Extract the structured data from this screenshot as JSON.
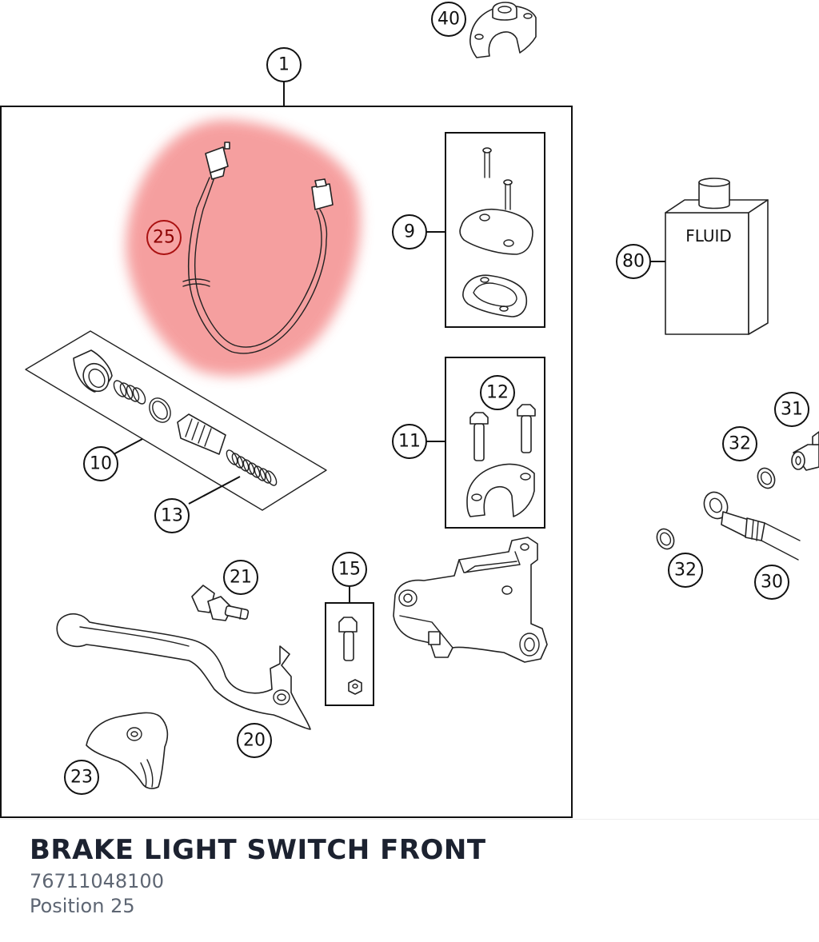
{
  "caption": {
    "title": "BRAKE LIGHT SWITCH FRONT",
    "part_number": "76711048100",
    "position_label": "Position 25"
  },
  "diagram": {
    "highlight_color": "#f48f8f",
    "fluid_label": "FLUID",
    "callouts": {
      "c1": "1",
      "c9": "9",
      "c10": "10",
      "c11": "11",
      "c12": "12",
      "c13": "13",
      "c15": "15",
      "c20": "20",
      "c21": "21",
      "c23": "23",
      "c25": "25",
      "c30": "30",
      "c31": "31",
      "c32a": "32",
      "c32b": "32",
      "c40": "40",
      "c80": "80"
    }
  }
}
